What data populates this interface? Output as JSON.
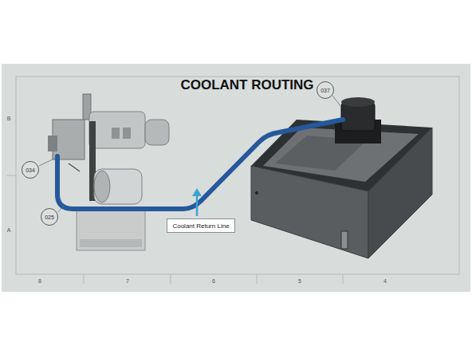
{
  "diagram": {
    "title": "COOLANT ROUTING",
    "nodes": [
      {
        "text": [
          "037"
        ]
      },
      {
        "text": [
          "034"
        ]
      },
      {
        "text": [
          "025"
        ]
      },
      {
        "text": [
          "Coolant Return Line"
        ]
      }
    ],
    "labels": [
      "B",
      "A",
      "8",
      "7",
      "6",
      "5",
      "4"
    ]
  }
}
